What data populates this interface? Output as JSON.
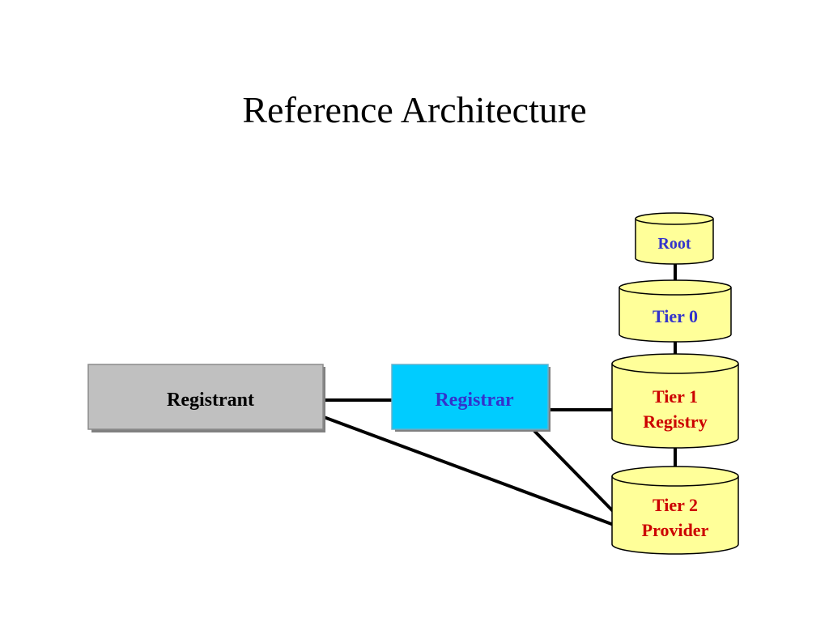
{
  "title": "Reference Architecture",
  "nodes": {
    "registrant": {
      "label": "Registrant",
      "fill": "#c0c0c0",
      "text_color": "#000000"
    },
    "registrar": {
      "label": "Registrar",
      "fill": "#00ccff",
      "text_color": "#3333cc"
    },
    "root": {
      "label": "Root",
      "fill": "#ffff99",
      "text_color": "#3333cc"
    },
    "tier0": {
      "label": "Tier 0",
      "fill": "#ffff99",
      "text_color": "#3333cc"
    },
    "tier1": {
      "line1": "Tier 1",
      "line2": "Registry",
      "fill": "#ffff99",
      "text_color": "#cc0000"
    },
    "tier2": {
      "line1": "Tier 2",
      "line2": "Provider",
      "fill": "#ffff99",
      "text_color": "#cc0000"
    }
  },
  "edges": [
    {
      "from": "registrant",
      "to": "registrar"
    },
    {
      "from": "registrant",
      "to": "tier2"
    },
    {
      "from": "registrar",
      "to": "tier1"
    },
    {
      "from": "registrar",
      "to": "tier2"
    },
    {
      "from": "root",
      "to": "tier0"
    },
    {
      "from": "tier0",
      "to": "tier1"
    },
    {
      "from": "tier1",
      "to": "tier2"
    }
  ]
}
